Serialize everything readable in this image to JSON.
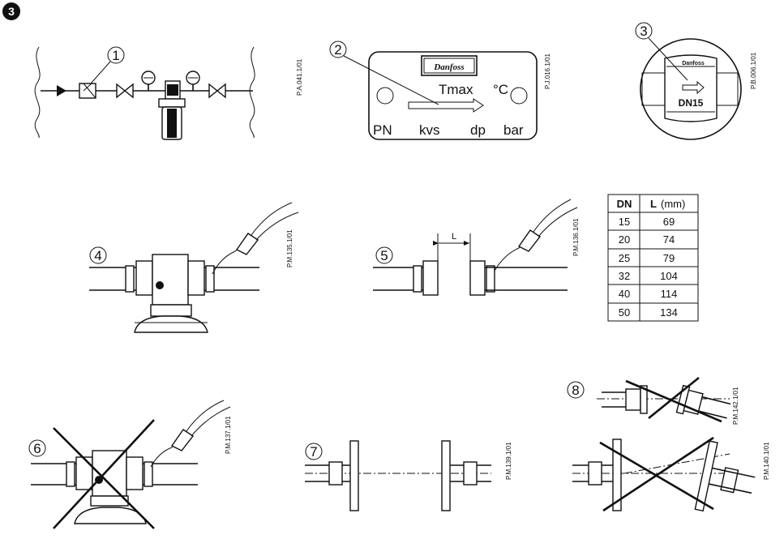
{
  "step": {
    "number": "3"
  },
  "callouts": [
    "1",
    "2",
    "3",
    "4",
    "5",
    "6",
    "7",
    "8"
  ],
  "refs": {
    "fig1": "P.A.041.1/01",
    "fig2": "P.J.016.1/01",
    "fig3": "P.B.006.1/01",
    "fig4": "P.M.135.1/01",
    "fig5": "P.M.136.1/01",
    "fig6": "P.M.137.1/01",
    "fig7": "P.M.139.1/01",
    "fig8a": "P.M.142.1/01",
    "fig8b": "P.M.140.1/01"
  },
  "nameplate": {
    "brand": "Danfoss",
    "tmax": "Tmax",
    "unit": "°C",
    "fields": [
      "PN",
      "kvs",
      "dp",
      "bar"
    ]
  },
  "valve_marking": {
    "brand": "Danfoss",
    "size": "DN15"
  },
  "dim_label": "L",
  "table": {
    "headers": [
      "DN",
      "L"
    ],
    "unit": "(mm)",
    "rows": [
      [
        "15",
        "69"
      ],
      [
        "20",
        "74"
      ],
      [
        "25",
        "79"
      ],
      [
        "32",
        "104"
      ],
      [
        "40",
        "114"
      ],
      [
        "50",
        "134"
      ]
    ]
  }
}
